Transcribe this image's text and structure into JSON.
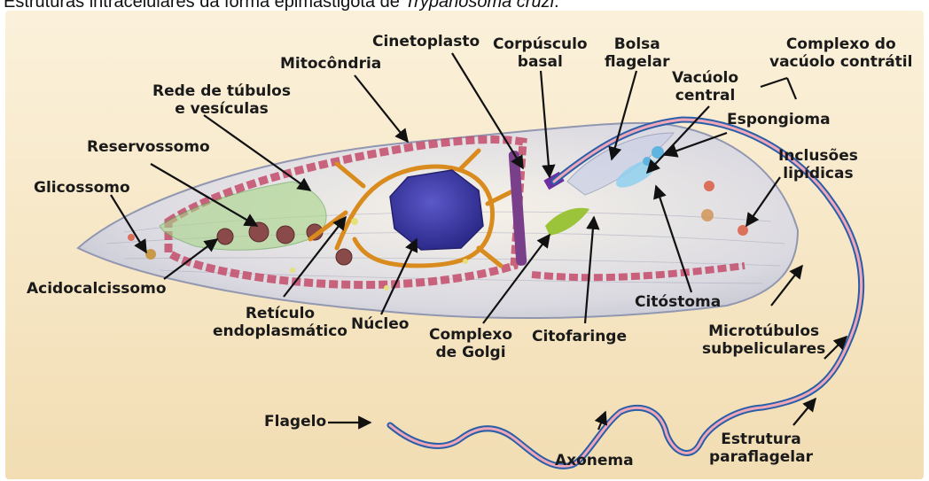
{
  "caption": {
    "prefix": "Estruturas intracelulares da forma epimastigota de ",
    "species": "Trypanosoma cruzi",
    "suffix": "."
  },
  "labels": {
    "cinetoplasto": "Cinetoplasto",
    "corpusculo_basal_1": "Corpúsculo",
    "corpusculo_basal_2": "basal",
    "bolsa_flagelar_1": "Bolsa",
    "bolsa_flagelar_2": "flagelar",
    "complexo_vacuolo_1": "Complexo do",
    "complexo_vacuolo_2": "vacúolo contrátil",
    "mitocondria": "Mitocôndria",
    "vacuolo_central_1": "Vacúolo",
    "vacuolo_central_2": "central",
    "rede_tubulos_1": "Rede de túbulos",
    "rede_tubulos_2": "e vesículas",
    "espongioma": "Espongioma",
    "reservossomo": "Reservossomo",
    "inclusoes_lipidicas_1": "Inclusões",
    "inclusoes_lipidicas_2": "lipídicas",
    "glicossomo": "Glicossomo",
    "acidocalcissomo": "Acidocalcissomo",
    "citostoma": "Citóstoma",
    "reticulo_1": "Retículo",
    "reticulo_2": "endoplasmático",
    "nucleo": "Núcleo",
    "complexo_golgi_1": "Complexo",
    "complexo_golgi_2": "de Golgi",
    "citofaringe": "Citofaringe",
    "microtubulos_1": "Microtúbulos",
    "microtubulos_2": "subpeliculares",
    "flagelo": "Flagelo",
    "axonema": "Axonema",
    "estrutura_paraflagelar_1": "Estrutura",
    "estrutura_paraflagelar_2": "paraflagelar"
  }
}
